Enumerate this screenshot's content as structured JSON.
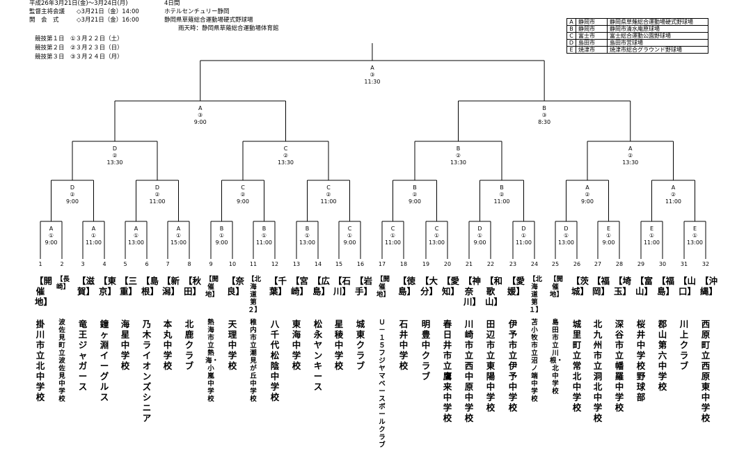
{
  "header": {
    "period": "平成26年3月21日(金)～3月24日(月)",
    "days": "4日間",
    "meeting_label": "監督主将会議",
    "meeting_time": "◇3月21日（金）14:00",
    "meeting_place": "ホテルセンチュリー静岡",
    "opening_label": "開　会　式",
    "opening_time": "◇3月21日（金）16:00",
    "opening_place": "静岡県草薙総合運動場硬式野球場",
    "rain_place": "雨天時：静岡県草薙総合運動場体育館",
    "day1": "競技第１日　①３月２２日（土）",
    "day2": "競技第２日　②３月２３日（日）",
    "day3": "競技第３日　③３月２４日（月）"
  },
  "venues": [
    {
      "code": "A",
      "city": "静岡市",
      "park": "静岡県草薙総合運動場硬式野球場"
    },
    {
      "code": "B",
      "city": "静岡市",
      "park": "静岡市清水庵原球場"
    },
    {
      "code": "C",
      "city": "富士市",
      "park": "富士総合運動公園野球場"
    },
    {
      "code": "D",
      "city": "島田市",
      "park": "島田市営球場"
    },
    {
      "code": "E",
      "city": "焼津市",
      "park": "焼津市総合グラウンド野球場"
    }
  ],
  "final": {
    "venue": "A",
    "day": "③",
    "time": "11:30"
  },
  "semifinals": [
    {
      "venue": "A",
      "day": "③",
      "time": "9:00"
    },
    {
      "venue": "B",
      "day": "③",
      "time": "8:30"
    }
  ],
  "quarterfinals": [
    {
      "venue": "D",
      "day": "②",
      "time": "13:30"
    },
    {
      "venue": "C",
      "day": "②",
      "time": "13:30"
    },
    {
      "venue": "B",
      "day": "②",
      "time": "13:30"
    },
    {
      "venue": "A",
      "day": "②",
      "time": "13:30"
    }
  ],
  "round2": [
    {
      "venue": "D",
      "day": "②",
      "time": "9:00"
    },
    {
      "venue": "D",
      "day": "②",
      "time": "11:00"
    },
    {
      "venue": "C",
      "day": "②",
      "time": "9:00"
    },
    {
      "venue": "C",
      "day": "②",
      "time": "11:00"
    },
    {
      "venue": "B",
      "day": "②",
      "time": "9:00"
    },
    {
      "venue": "B",
      "day": "②",
      "time": "11:00"
    },
    {
      "venue": "A",
      "day": "②",
      "time": "9:00"
    },
    {
      "venue": "A",
      "day": "②",
      "time": "11:00"
    }
  ],
  "round1": [
    {
      "venue": "A",
      "day": "①",
      "time": "9:00"
    },
    {
      "venue": "A",
      "day": "①",
      "time": "11:00"
    },
    {
      "venue": "A",
      "day": "①",
      "time": "13:00"
    },
    {
      "venue": "A",
      "day": "①",
      "time": "15:00"
    },
    {
      "venue": "B",
      "day": "①",
      "time": "9:00"
    },
    {
      "venue": "B",
      "day": "①",
      "time": "11:00"
    },
    {
      "venue": "B",
      "day": "①",
      "time": "13:00"
    },
    {
      "venue": "C",
      "day": "①",
      "time": "9:00"
    },
    {
      "venue": "C",
      "day": "①",
      "time": "11:00"
    },
    {
      "venue": "C",
      "day": "①",
      "time": "13:00"
    },
    {
      "venue": "D",
      "day": "①",
      "time": "9:00"
    },
    {
      "venue": "D",
      "day": "①",
      "time": "11:00"
    },
    {
      "venue": "D",
      "day": "①",
      "time": "13:00"
    },
    {
      "venue": "E",
      "day": "①",
      "time": "9:00"
    },
    {
      "venue": "E",
      "day": "①",
      "time": "11:00"
    },
    {
      "venue": "E",
      "day": "①",
      "time": "13:00"
    }
  ],
  "teams": [
    {
      "no": "1",
      "pref": "【開催地】",
      "name": "掛川市立北中学校"
    },
    {
      "no": "2",
      "pref": "【長崎】",
      "name": "波佐見町立波佐見中学校"
    },
    {
      "no": "3",
      "pref": "【滋賀】",
      "name": "竜王ジャガース"
    },
    {
      "no": "4",
      "pref": "【東京】",
      "name": "鐘ヶ淵イーグルス"
    },
    {
      "no": "5",
      "pref": "【三重】",
      "name": "海星中学校"
    },
    {
      "no": "6",
      "pref": "【島根】",
      "name": "乃木ライオンズシニア"
    },
    {
      "no": "7",
      "pref": "【新潟】",
      "name": "本丸中学校"
    },
    {
      "no": "8",
      "pref": "【秋田】",
      "name": "北鹿クラブ"
    },
    {
      "no": "9",
      "pref": "【開催地】",
      "name": "熱海市立熱海・小嵐中学校"
    },
    {
      "no": "10",
      "pref": "【奈良】",
      "name": "天理中学校"
    },
    {
      "no": "11",
      "pref": "【北海道第２】",
      "name": "稚内市立潮見が丘中学校"
    },
    {
      "no": "12",
      "pref": "【千葉】",
      "name": "八千代松陰中学校"
    },
    {
      "no": "13",
      "pref": "【宮崎】",
      "name": "東海中学校"
    },
    {
      "no": "14",
      "pref": "【広島】",
      "name": "松永ヤンキース"
    },
    {
      "no": "15",
      "pref": "【石川】",
      "name": "星稜中学校"
    },
    {
      "no": "16",
      "pref": "【岩手】",
      "name": "城東クラブ"
    },
    {
      "no": "17",
      "pref": "【開催地】",
      "name": "Ｕ－１５フジヤマベースボールクラブ"
    },
    {
      "no": "18",
      "pref": "【徳島】",
      "name": "石井中学校"
    },
    {
      "no": "19",
      "pref": "【大分】",
      "name": "明豊中クラブ"
    },
    {
      "no": "20",
      "pref": "【愛知】",
      "name": "春日井市立鷹来中学校"
    },
    {
      "no": "21",
      "pref": "【神奈川】",
      "name": "川崎市立西中原中学校"
    },
    {
      "no": "22",
      "pref": "【和歌山】",
      "name": "田辺市立東陽中学校"
    },
    {
      "no": "23",
      "pref": "【愛媛】",
      "name": "伊予市立伊予中学校"
    },
    {
      "no": "24",
      "pref": "【北海道第１】",
      "name": "苫小牧市立沼ノ端中学校"
    },
    {
      "no": "25",
      "pref": "【開催地】",
      "name": "島田市立川根・北中学校"
    },
    {
      "no": "26",
      "pref": "【茨城】",
      "name": "城里町立常北中学校"
    },
    {
      "no": "27",
      "pref": "【福岡】",
      "name": "北九州市立洞北中学校"
    },
    {
      "no": "28",
      "pref": "【埼玉】",
      "name": "深谷市立幡羅中学校"
    },
    {
      "no": "29",
      "pref": "【富山】",
      "name": "桜井中学校野球部"
    },
    {
      "no": "30",
      "pref": "【福島】",
      "name": "郡山第六中学校"
    },
    {
      "no": "31",
      "pref": "【山口】",
      "name": "川上クラブ"
    },
    {
      "no": "32",
      "pref": "【沖縄】",
      "name": "西原町立西原東中学校"
    }
  ]
}
